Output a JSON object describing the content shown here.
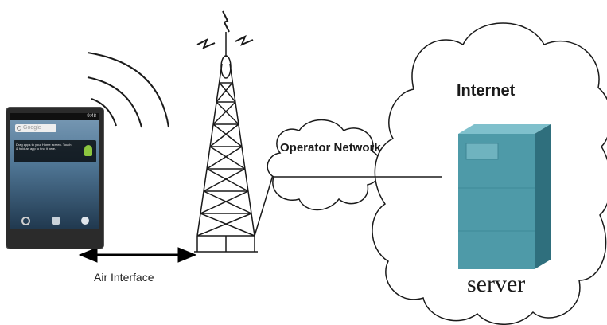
{
  "labels": {
    "operator_network": "Operator Network",
    "internet": "Internet",
    "server": "server",
    "air_interface": "Air Interface"
  },
  "phone": {
    "status_time": "9:48",
    "search_placeholder": "Google",
    "widget_text": "Drag apps to your Home screen. Touch & hold an app to find it here."
  },
  "colors": {
    "server_front": "#4e9aa8",
    "server_side": "#2f6f7d",
    "server_top": "#7fc0cc",
    "line": "#1a1a1a"
  }
}
